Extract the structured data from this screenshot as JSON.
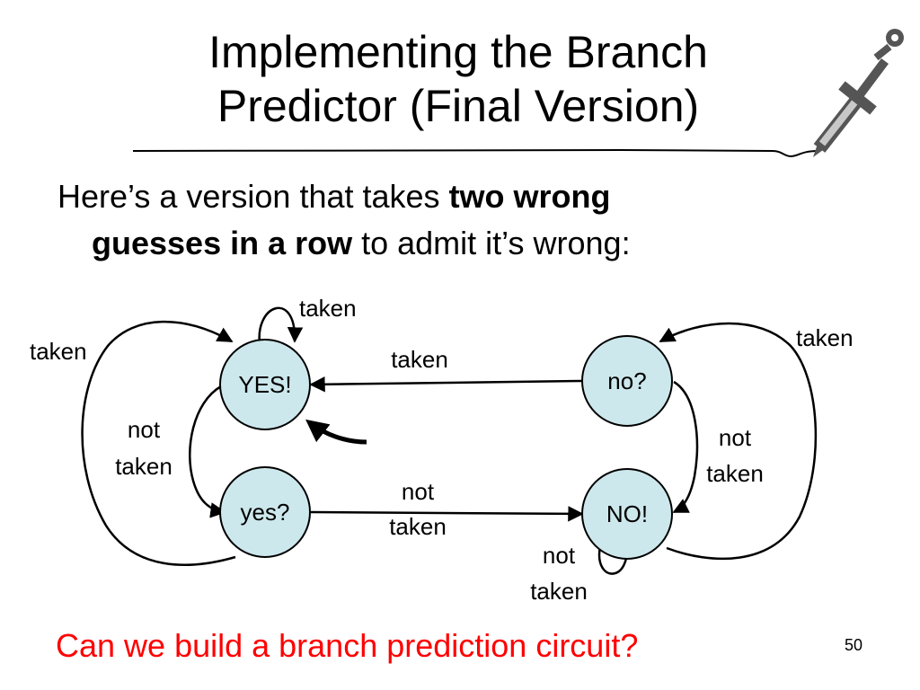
{
  "slide": {
    "title_line1": "Implementing the Branch",
    "title_line2": "Predictor (Final Version)",
    "body_prefix": "Here’s a version that takes ",
    "body_bold1": "two wrong",
    "body_bold2": "guesses in a row",
    "body_suffix": " to admit it’s wrong:",
    "question": "Can we build a branch prediction circuit?",
    "slide_number": "50"
  },
  "diagram": {
    "states": {
      "yes_strong": "YES!",
      "yes_weak": "yes?",
      "no_weak": "no?",
      "no_strong": "NO!"
    },
    "labels": {
      "self_loop_yes": "taken",
      "left_outer": "taken",
      "left_inner_1": "not",
      "left_inner_2": "taken",
      "top_middle": "taken",
      "bottom_middle_1": "not",
      "bottom_middle_2": "taken",
      "right_outer": "taken",
      "right_inner_1": "not",
      "right_inner_2": "taken",
      "self_loop_no_1": "not",
      "self_loop_no_2": "taken"
    },
    "state_fill": "#cde8ec"
  }
}
